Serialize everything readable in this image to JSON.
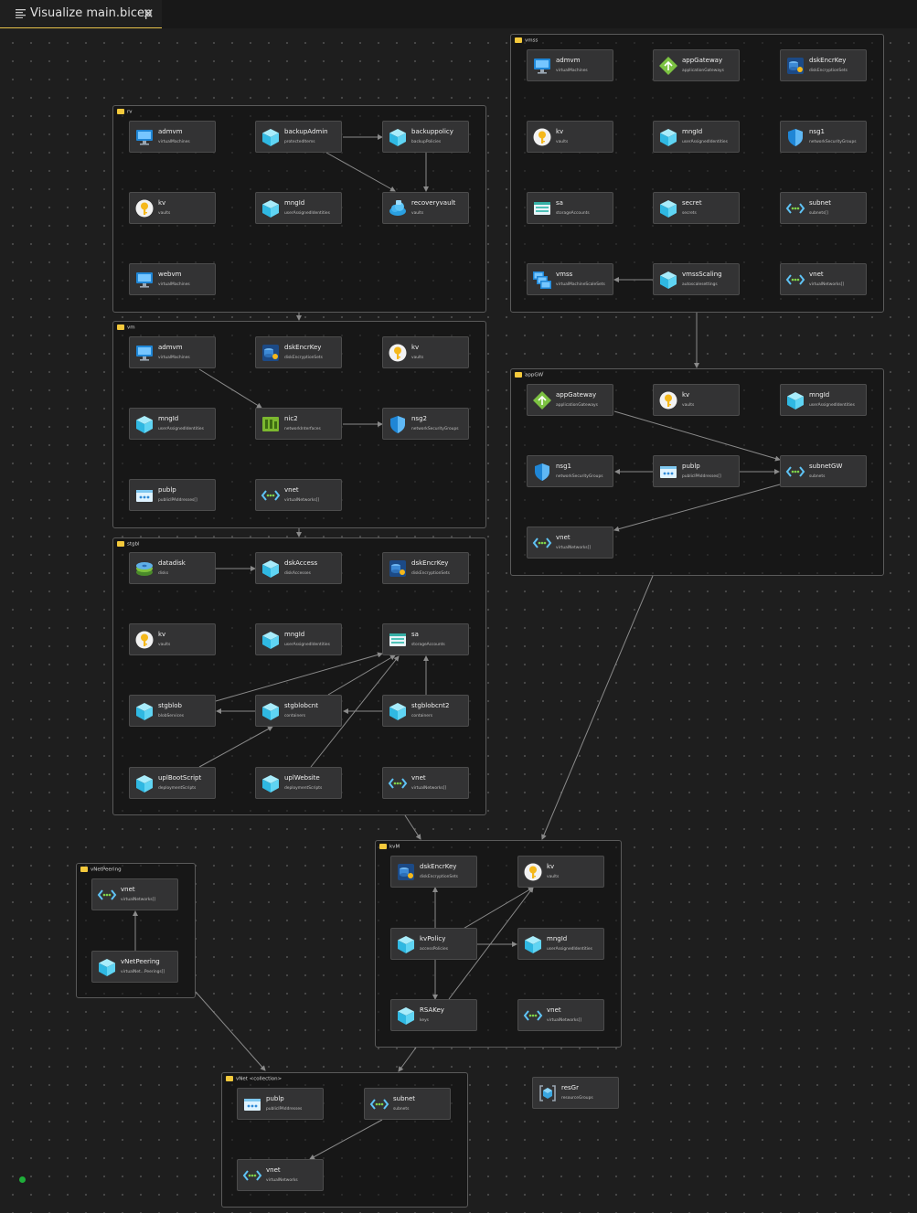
{
  "tab": {
    "title": "Visualize main.bicep",
    "close": "✕"
  },
  "colors": {
    "accent": "#e6c24a",
    "folder": "#f4c93c",
    "status": "#1fae3a"
  },
  "groups": [
    {
      "label": "rv"
    },
    {
      "label": "vm"
    },
    {
      "label": "stgbl"
    },
    {
      "label": "vmss"
    },
    {
      "label": "appGW"
    },
    {
      "label": "kvM"
    },
    {
      "label": "vNetPeering"
    },
    {
      "label": "vNet <collection>"
    }
  ],
  "nodes": [
    {
      "name": "admvm",
      "type": "virtualMachines",
      "icon": "vm"
    },
    {
      "name": "backupAdmin",
      "type": "protectedItems",
      "icon": "cube"
    },
    {
      "name": "backuppolicy",
      "type": "backupPolicies",
      "icon": "cube"
    },
    {
      "name": "kv",
      "type": "vaults",
      "icon": "key"
    },
    {
      "name": "mngId",
      "type": "userAssignedIdentities",
      "icon": "cube"
    },
    {
      "name": "recoveryvault",
      "type": "vaults",
      "icon": "cloud"
    },
    {
      "name": "webvm",
      "type": "virtualMachines",
      "icon": "vm"
    },
    {
      "name": "admvm",
      "type": "virtualMachines",
      "icon": "vm"
    },
    {
      "name": "dskEncrKey",
      "type": "diskEncryptionSets",
      "icon": "diskenc"
    },
    {
      "name": "kv",
      "type": "vaults",
      "icon": "key"
    },
    {
      "name": "mngId",
      "type": "userAssignedIdentities",
      "icon": "cube"
    },
    {
      "name": "nic2",
      "type": "networkInterfaces",
      "icon": "nic"
    },
    {
      "name": "nsg2",
      "type": "networkSecurityGroups",
      "icon": "shield"
    },
    {
      "name": "publp",
      "type": "publicIPAddresses[]",
      "icon": "pip"
    },
    {
      "name": "vnet",
      "type": "virtualNetworks[]",
      "icon": "vnet"
    },
    {
      "name": "datadisk",
      "type": "disks",
      "icon": "disk"
    },
    {
      "name": "dskAccess",
      "type": "diskAccesses",
      "icon": "cube"
    },
    {
      "name": "dskEncrKey",
      "type": "diskEncryptionSets",
      "icon": "diskenc"
    },
    {
      "name": "kv",
      "type": "vaults",
      "icon": "key"
    },
    {
      "name": "mngId",
      "type": "userAssignedIdentities",
      "icon": "cube"
    },
    {
      "name": "sa",
      "type": "storageAccounts",
      "icon": "storage"
    },
    {
      "name": "stgblob",
      "type": "blobServices",
      "icon": "cube"
    },
    {
      "name": "stgblobcnt",
      "type": "containers",
      "icon": "cube"
    },
    {
      "name": "stgblobcnt2",
      "type": "containers",
      "icon": "cube"
    },
    {
      "name": "uplBootScript",
      "type": "deploymentScripts",
      "icon": "cube"
    },
    {
      "name": "uplWebsite",
      "type": "deploymentScripts",
      "icon": "cube"
    },
    {
      "name": "vnet",
      "type": "virtualNetworks[]",
      "icon": "vnet"
    },
    {
      "name": "admvm",
      "type": "virtualMachines",
      "icon": "vm"
    },
    {
      "name": "appGateway",
      "type": "applicationGateways",
      "icon": "appgw"
    },
    {
      "name": "dskEncrKey",
      "type": "diskEncryptionSets",
      "icon": "diskenc"
    },
    {
      "name": "kv",
      "type": "vaults",
      "icon": "key"
    },
    {
      "name": "mngId",
      "type": "userAssignedIdentities",
      "icon": "cube"
    },
    {
      "name": "nsg1",
      "type": "networkSecurityGroups",
      "icon": "shield"
    },
    {
      "name": "sa",
      "type": "storageAccounts",
      "icon": "storage"
    },
    {
      "name": "secret",
      "type": "secrets",
      "icon": "cube"
    },
    {
      "name": "subnet",
      "type": "subnets[]",
      "icon": "vnet"
    },
    {
      "name": "vmss",
      "type": "virtualMachineScaleSets",
      "icon": "vmss"
    },
    {
      "name": "vmssScaling",
      "type": "autoscalesettings",
      "icon": "cube"
    },
    {
      "name": "vnet",
      "type": "virtualNetworks[]",
      "icon": "vnet"
    },
    {
      "name": "appGateway",
      "type": "applicationGateways",
      "icon": "appgw"
    },
    {
      "name": "kv",
      "type": "vaults",
      "icon": "key"
    },
    {
      "name": "mngId",
      "type": "userAssignedIdentities",
      "icon": "cube"
    },
    {
      "name": "nsg1",
      "type": "networkSecurityGroups",
      "icon": "shield"
    },
    {
      "name": "publp",
      "type": "publicIPAddresses[]",
      "icon": "pip"
    },
    {
      "name": "subnetGW",
      "type": "subnets",
      "icon": "vnet"
    },
    {
      "name": "vnet",
      "type": "virtualNetworks[]",
      "icon": "vnet"
    },
    {
      "name": "dskEncrKey",
      "type": "diskEncryptionSets",
      "icon": "diskenc"
    },
    {
      "name": "kv",
      "type": "vaults",
      "icon": "key"
    },
    {
      "name": "kvPolicy",
      "type": "accessPolicies",
      "icon": "cube"
    },
    {
      "name": "mngId",
      "type": "userAssignedIdentities",
      "icon": "cube"
    },
    {
      "name": "RSAKey",
      "type": "keys",
      "icon": "cube"
    },
    {
      "name": "vnet",
      "type": "virtualNetworks[]",
      "icon": "vnet"
    },
    {
      "name": "vnet",
      "type": "virtualNetworks[]",
      "icon": "vnet"
    },
    {
      "name": "vNetPeering",
      "type": "virtualNet...Peerings[]",
      "icon": "cube"
    },
    {
      "name": "publp",
      "type": "publicIPAddresses",
      "icon": "pip"
    },
    {
      "name": "subnet",
      "type": "subnets",
      "icon": "vnet"
    },
    {
      "name": "vnet",
      "type": "virtualNetworks",
      "icon": "vnet"
    },
    {
      "name": "resGr",
      "type": "resourceGroups",
      "icon": "rg"
    }
  ]
}
